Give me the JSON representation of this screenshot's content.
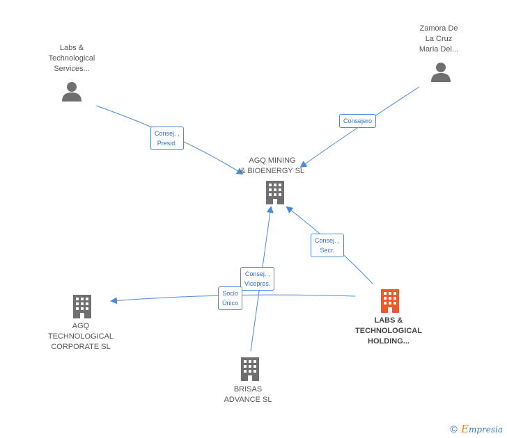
{
  "nodes": {
    "labs_services": {
      "label": [
        "Labs &",
        "Technological",
        "Services..."
      ],
      "icon": "person-icon",
      "type": "person"
    },
    "zamora": {
      "label": [
        "Zamora De",
        "La Cruz",
        "Maria Del..."
      ],
      "icon": "person-icon",
      "type": "person"
    },
    "agq_mining": {
      "label": [
        "AGQ MINING",
        "& BIOENERGY SL"
      ],
      "icon": "building-icon",
      "type": "company"
    },
    "agq_tech": {
      "label": [
        "AGQ",
        "TECHNOLOGICAL",
        "CORPORATE SL"
      ],
      "icon": "building-icon",
      "type": "company"
    },
    "labs_holding": {
      "label": [
        "LABS &",
        "TECHNOLOGICAL",
        "HOLDING..."
      ],
      "icon": "building-icon",
      "type": "company-main"
    },
    "brisas": {
      "label": [
        "BRISAS",
        "ADVANCE SL"
      ],
      "icon": "building-icon",
      "type": "company"
    }
  },
  "edge_labels": {
    "consej_presid": [
      "Consej. ,",
      "Presid."
    ],
    "consejero": [
      "Consejero"
    ],
    "consej_secr": [
      "Consej. ,",
      "Secr."
    ],
    "consej_vicepres": [
      "Consej. ,",
      "Vicepres."
    ],
    "socio_unico": [
      "Socio",
      "Único"
    ]
  },
  "colors": {
    "edge": "#4a8ad6",
    "icon_gray": "#6f6f6f",
    "icon_main": "#f05a28"
  },
  "footer": {
    "copyright": "©",
    "brand_first": "E",
    "brand_rest": "mpresia"
  }
}
